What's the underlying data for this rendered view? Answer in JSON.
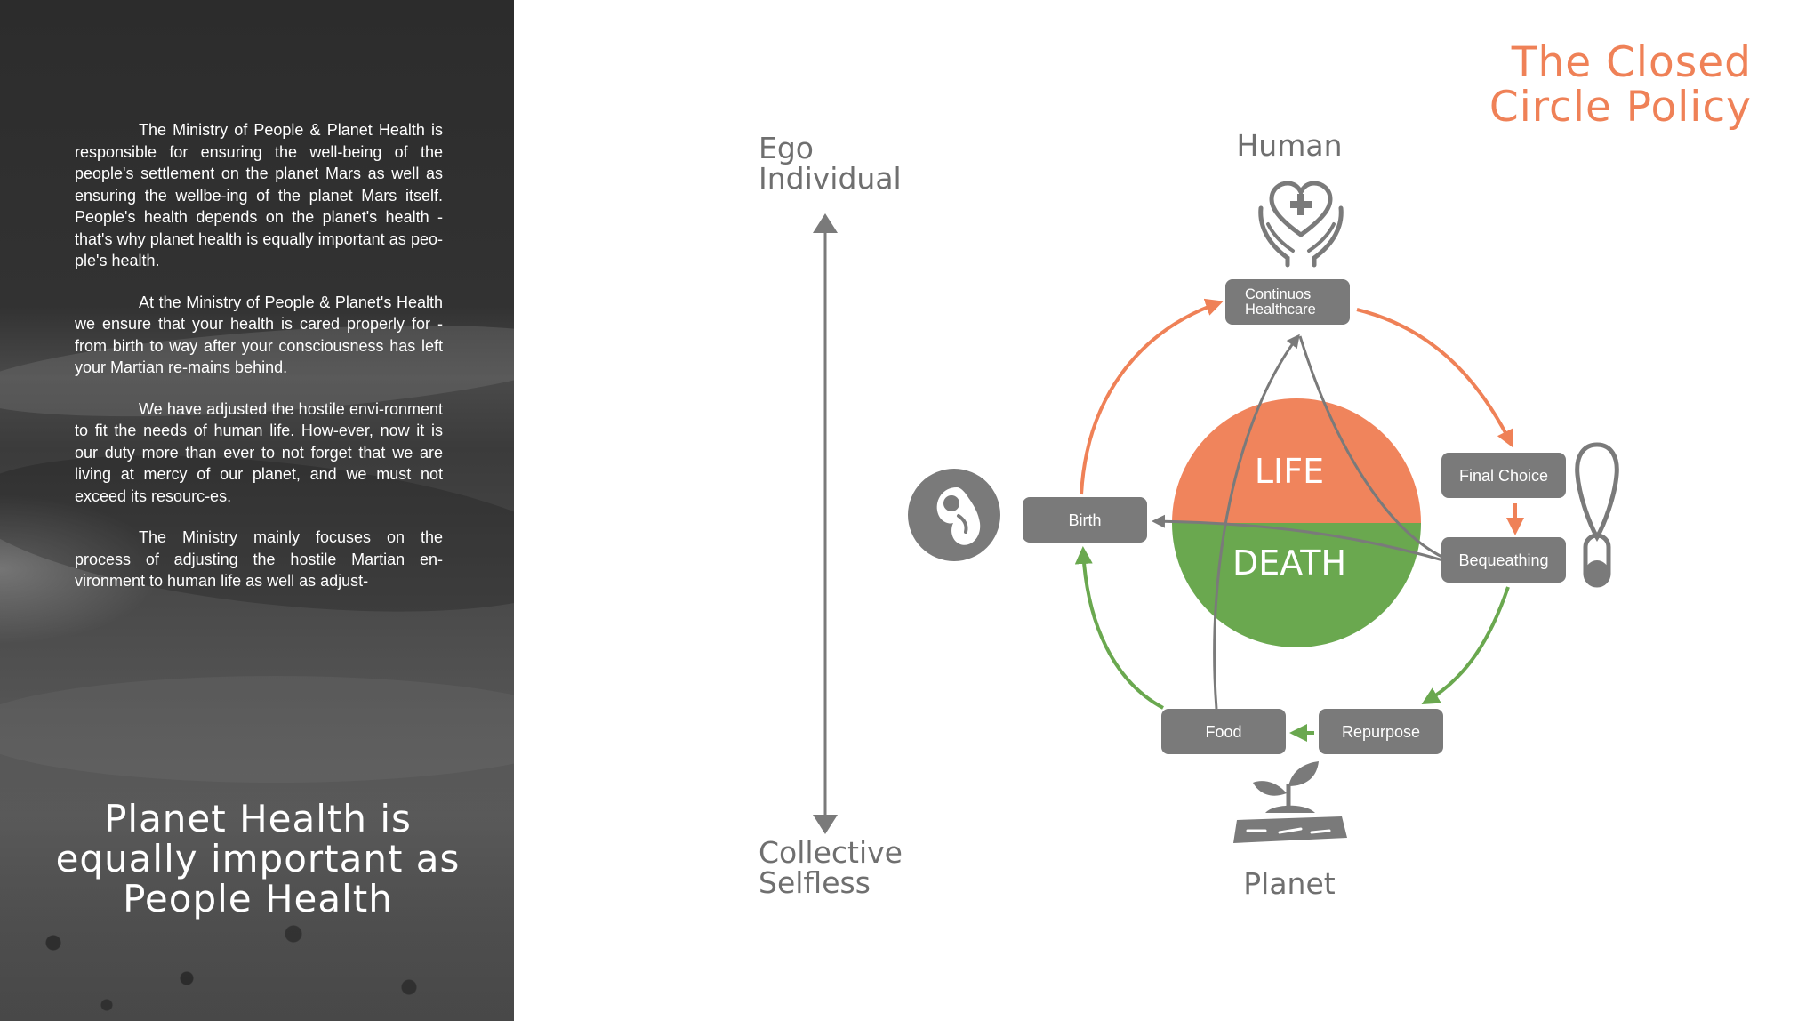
{
  "colors": {
    "accent_orange": "#ef8157",
    "life_orange": "#f0845c",
    "death_green": "#6aa84f",
    "node_gray": "#7a7a7a",
    "text_gray": "#6f6f6f",
    "panel_dark": "#333333"
  },
  "left_panel": {
    "paragraphs": [
      "The Ministry of People & Planet Health is responsible for ensuring the well-being of the people's settlement on the planet Mars as well as ensuring the wellbe-ing of the planet Mars itself. People's health depends on the planet's health - that's why planet health is equally important as peo-ple's health.",
      "At the Ministry of People & Planet's Health we ensure that your health is cared properly for - from birth to way after your consciousness has left your Martian re-mains behind.",
      "We have adjusted the hostile envi-ronment to fit the needs of human life. How-ever, now it is our duty more than ever to not forget that we are living at mercy of our planet, and we must not exceed its resourc-es.",
      "The Ministry mainly focuses on the process of adjusting the hostile Martian en-vironment to human life as well as adjust-"
    ],
    "headline": "Planet Health is equally important as People Health"
  },
  "title": "The Closed Circle Policy",
  "axis": {
    "top_label_line1": "Ego",
    "top_label_line2": "Individual",
    "bottom_label_line1": "Collective",
    "bottom_label_line2": "Selfless"
  },
  "diagram": {
    "top_label": "Human",
    "bottom_label": "Planet",
    "center": {
      "upper": "LIFE",
      "lower": "DEATH"
    },
    "nodes": {
      "healthcare": "Continuos Healthcare",
      "final_choice": "Final Choice",
      "bequeathing": "Bequeathing",
      "birth": "Birth",
      "food": "Food",
      "repurpose": "Repurpose"
    },
    "icons": [
      "heart-hands-icon",
      "embryo-icon",
      "pill-pendant-icon",
      "sprout-icon"
    ]
  }
}
